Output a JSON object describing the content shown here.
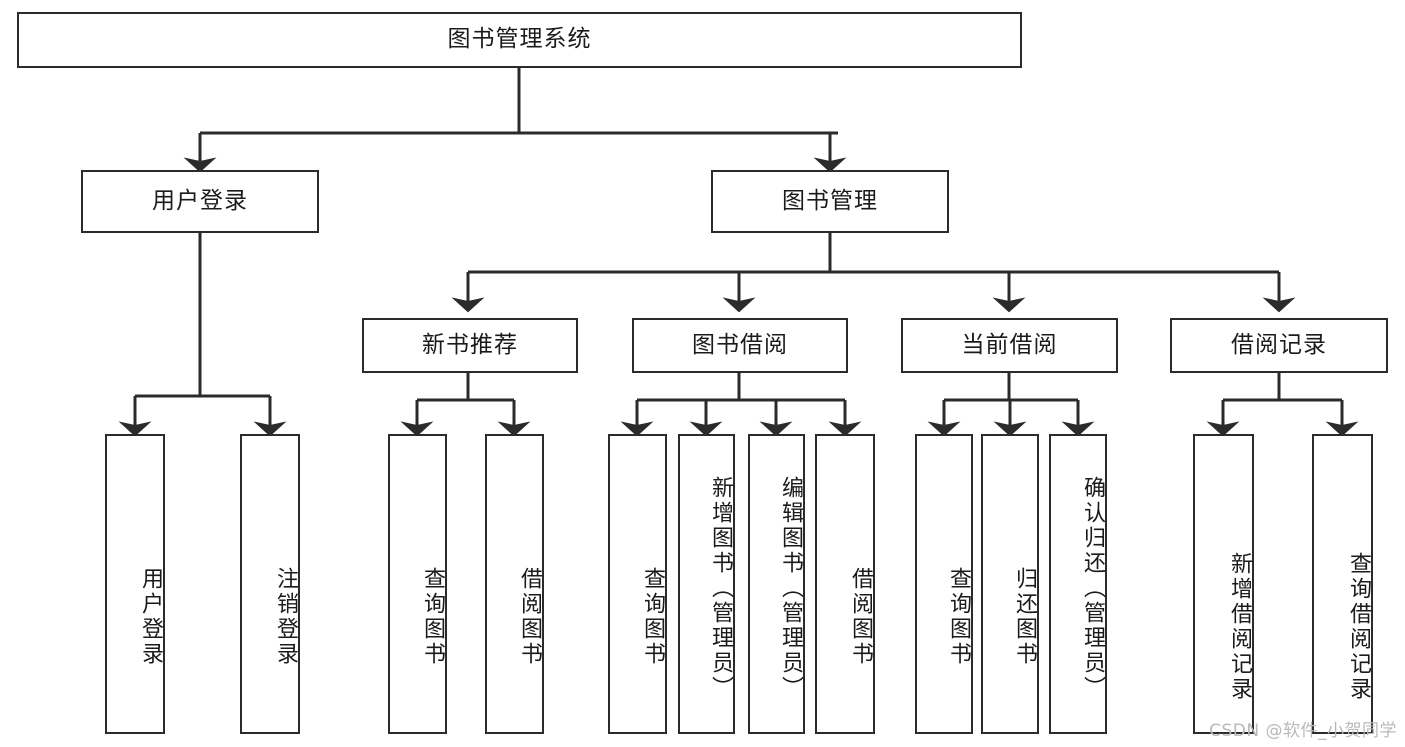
{
  "diagram": {
    "title": "图书管理系统",
    "type": "hierarchy-tree",
    "background_color": "#ffffff",
    "line_color": "#2b2b2b",
    "text_color": "#1b1b1b"
  },
  "root": {
    "label": "图书管理系统"
  },
  "level2": [
    {
      "label": "用户登录"
    },
    {
      "label": "图书管理"
    }
  ],
  "level3": [
    {
      "label": "新书推荐"
    },
    {
      "label": "图书借阅"
    },
    {
      "label": "当前借阅"
    },
    {
      "label": "借阅记录"
    }
  ],
  "leaves": {
    "user_login": [
      {
        "label": "用户登录"
      },
      {
        "label": "注销登录"
      }
    ],
    "new_book": [
      {
        "label": "查询图书"
      },
      {
        "label": "借阅图书"
      }
    ],
    "book_borrow": [
      {
        "label": "查询图书"
      },
      {
        "label": "新增图书（管理员）"
      },
      {
        "label": "编辑图书（管理员）"
      },
      {
        "label": "借阅图书"
      }
    ],
    "current_borrow": [
      {
        "label": "查询图书"
      },
      {
        "label": "归还图书"
      },
      {
        "label": "确认归还（管理员）"
      }
    ],
    "borrow_record": [
      {
        "label": "新增借阅记录"
      },
      {
        "label": "查询借阅记录"
      }
    ]
  },
  "watermark": {
    "text": "CSDN @软件_小贺同学"
  }
}
